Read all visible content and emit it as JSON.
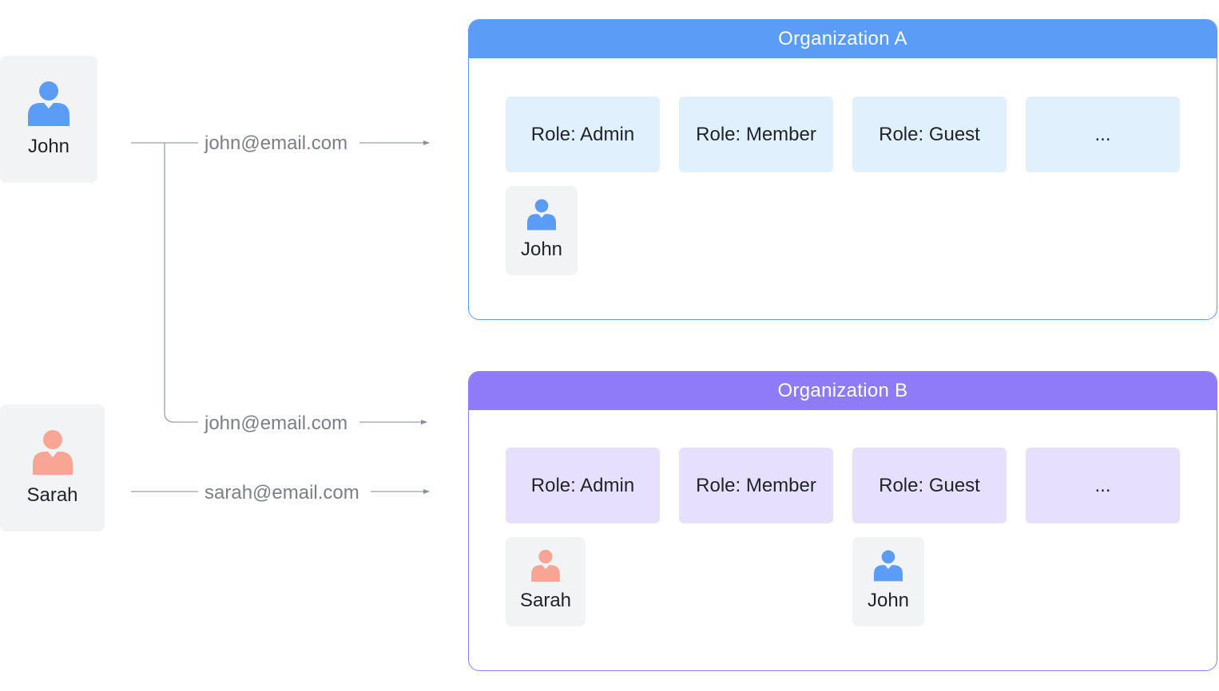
{
  "users": {
    "john": {
      "name": "John",
      "color": "#5b9cf6"
    },
    "sarah": {
      "name": "Sarah",
      "color": "#f8a595"
    }
  },
  "connections": [
    {
      "email": "john@email.com",
      "from": "John",
      "to": "Organization A"
    },
    {
      "email": "john@email.com",
      "from": "John",
      "to": "Organization B"
    },
    {
      "email": "sarah@email.com",
      "from": "Sarah",
      "to": "Organization B"
    }
  ],
  "organizations": [
    {
      "title": "Organization A",
      "color": "#5b9cf6",
      "role_fill": "#e1f0fd",
      "roles": [
        "Role: Admin",
        "Role: Member",
        "Role: Guest",
        "..."
      ],
      "members": [
        {
          "name": "John",
          "role": "Role: Admin"
        }
      ]
    },
    {
      "title": "Organization B",
      "color": "#8f7bf6",
      "role_fill": "#e6e0fc",
      "roles": [
        "Role: Admin",
        "Role: Member",
        "Role: Guest",
        "..."
      ],
      "members": [
        {
          "name": "Sarah",
          "role": "Role: Admin"
        },
        {
          "name": "John",
          "role": "Role: Guest"
        }
      ]
    }
  ]
}
